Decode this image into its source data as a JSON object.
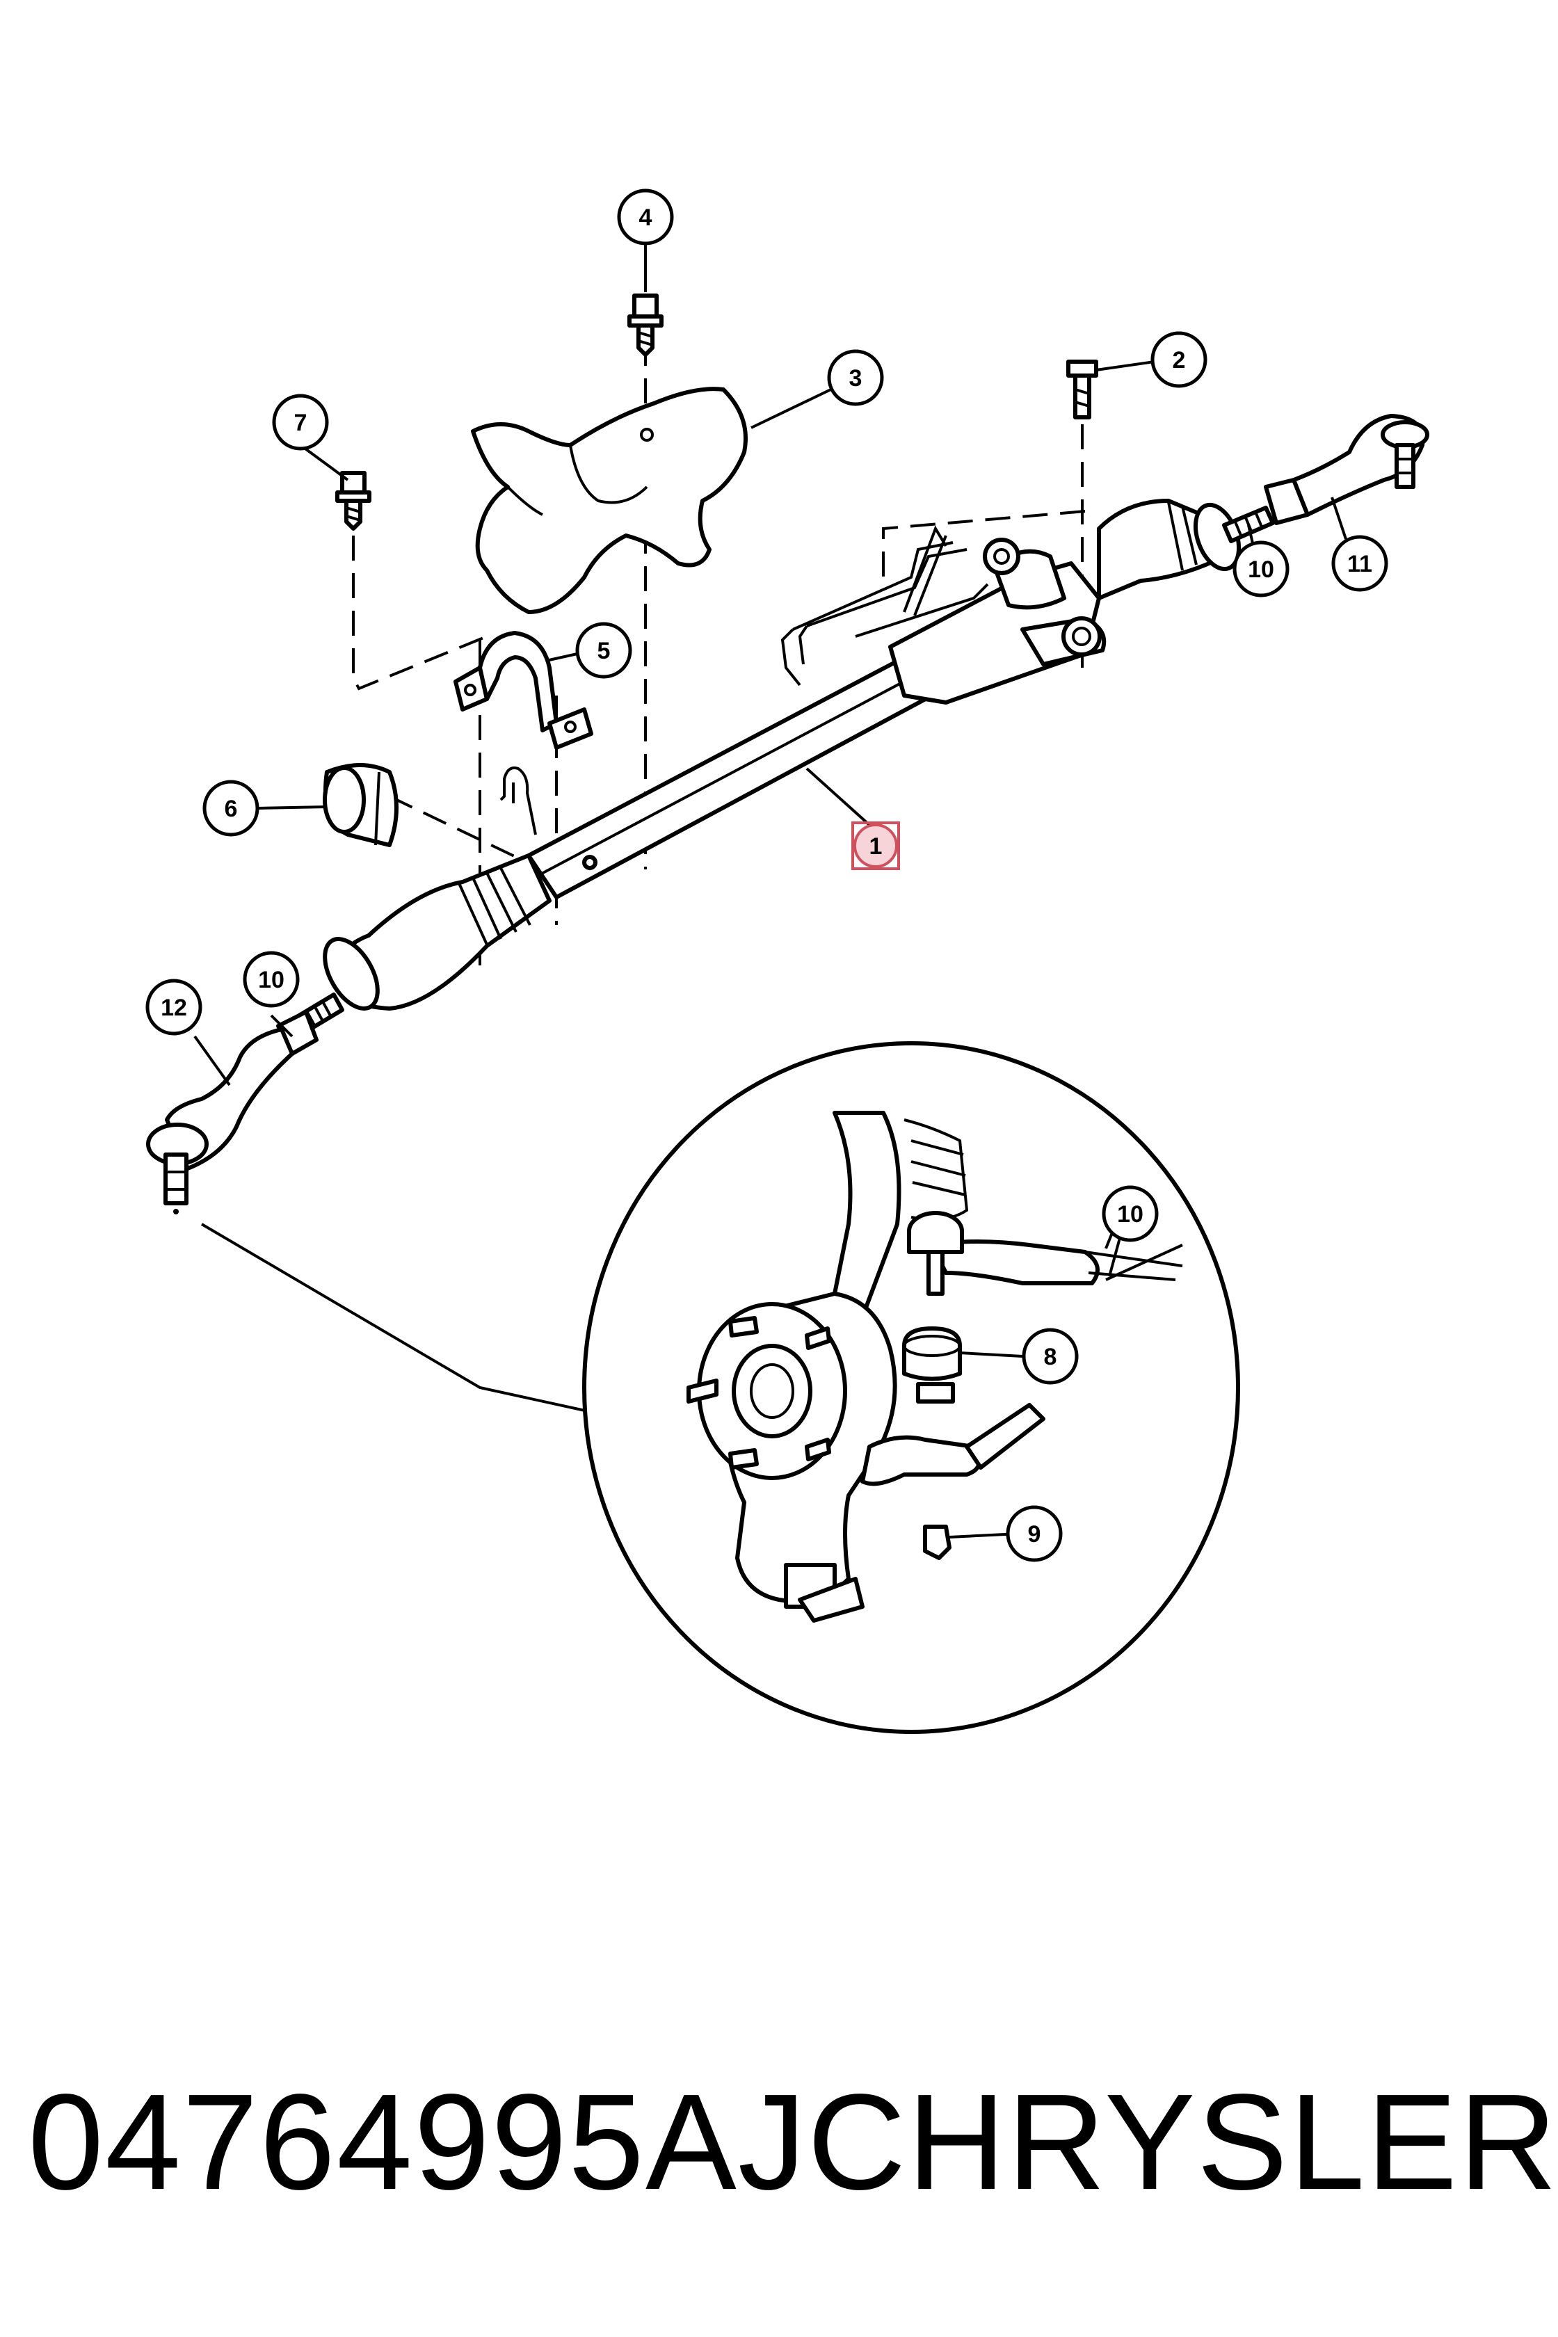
{
  "callouts": [
    "1",
    "2",
    "3",
    "4",
    "5",
    "6",
    "7",
    "8",
    "9",
    "10",
    "11",
    "12"
  ],
  "highlighted_callout": "1",
  "footer": {
    "part_number": "04764995AJ",
    "brand": "CHRYSLER"
  }
}
